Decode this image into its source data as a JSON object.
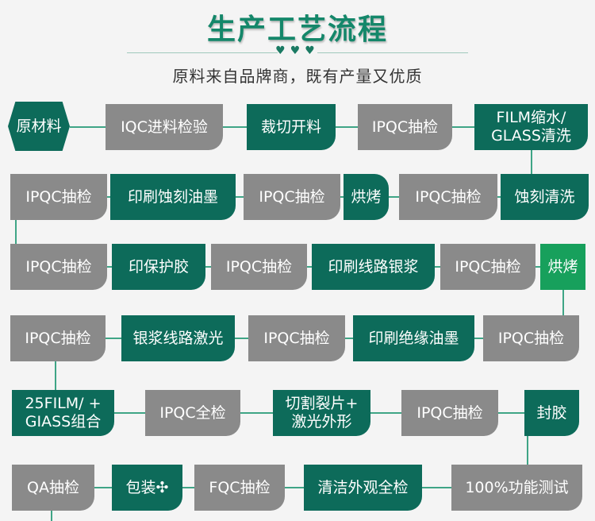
{
  "title": "生产工艺流程",
  "subtitle": "原料来自品牌商，既有产量又优质",
  "hearts": "♥♥♥",
  "colors": {
    "gray": "#8a8a8a",
    "teal": "#0d6b5a",
    "bright_green": "#17a05c",
    "connector": "#3fa586",
    "title": "#14876a"
  },
  "nodes": [
    {
      "id": "n1",
      "label": "原材料"
    },
    {
      "id": "n2",
      "label": "IQC进料检验"
    },
    {
      "id": "n3",
      "label": "裁切开料"
    },
    {
      "id": "n4",
      "label": "IPQC抽检"
    },
    {
      "id": "n5",
      "label": "FILM缩水/\nGLASS清洗"
    },
    {
      "id": "n6",
      "label": "蚀刻清洗"
    },
    {
      "id": "n7",
      "label": "IPQC抽检"
    },
    {
      "id": "n8",
      "label": "烘烤"
    },
    {
      "id": "n9",
      "label": "IPQC抽检"
    },
    {
      "id": "n10",
      "label": "印刷蚀刻油墨"
    },
    {
      "id": "n11",
      "label": "IPQC抽检"
    },
    {
      "id": "n12",
      "label": "IPQC抽检"
    },
    {
      "id": "n13",
      "label": "印保护胶"
    },
    {
      "id": "n14",
      "label": "IPQC抽检"
    },
    {
      "id": "n15",
      "label": "印刷线路银浆"
    },
    {
      "id": "n16",
      "label": "IPQC抽检"
    },
    {
      "id": "n17",
      "label": "烘烤"
    },
    {
      "id": "n18",
      "label": "IPQC抽检"
    },
    {
      "id": "n19",
      "label": "印刷绝缘油墨"
    },
    {
      "id": "n20",
      "label": "IPQC抽检"
    },
    {
      "id": "n21",
      "label": "银浆线路激光"
    },
    {
      "id": "n22",
      "label": "IPQC抽检"
    },
    {
      "id": "n23",
      "label": "25FILM/ +\nGIASS组合"
    },
    {
      "id": "n24",
      "label": "IPQC全检"
    },
    {
      "id": "n25",
      "label": "切割裂片+\n激光外形"
    },
    {
      "id": "n26",
      "label": "IPQC抽检"
    },
    {
      "id": "n27",
      "label": "封胶"
    },
    {
      "id": "n28",
      "label": "100%功能测试"
    },
    {
      "id": "n29",
      "label": "清洁外观全检"
    },
    {
      "id": "n30",
      "label": "FQC抽检"
    },
    {
      "id": "n31",
      "label": "包装✣"
    },
    {
      "id": "n32",
      "label": "QA抽检"
    }
  ],
  "edges": [
    [
      "n1",
      "n2"
    ],
    [
      "n2",
      "n3"
    ],
    [
      "n3",
      "n4"
    ],
    [
      "n4",
      "n5"
    ],
    [
      "n5",
      "n6"
    ],
    [
      "n6",
      "n7"
    ],
    [
      "n7",
      "n8"
    ],
    [
      "n8",
      "n9"
    ],
    [
      "n9",
      "n10"
    ],
    [
      "n10",
      "n11"
    ],
    [
      "n11",
      "n12"
    ],
    [
      "n12",
      "n13"
    ],
    [
      "n13",
      "n14"
    ],
    [
      "n14",
      "n15"
    ],
    [
      "n15",
      "n16"
    ],
    [
      "n16",
      "n17"
    ],
    [
      "n17",
      "n18"
    ],
    [
      "n18",
      "n19"
    ],
    [
      "n19",
      "n20"
    ],
    [
      "n20",
      "n21"
    ],
    [
      "n21",
      "n22"
    ],
    [
      "n22",
      "n23"
    ],
    [
      "n23",
      "n24"
    ],
    [
      "n24",
      "n25"
    ],
    [
      "n25",
      "n26"
    ],
    [
      "n26",
      "n27"
    ],
    [
      "n27",
      "n28"
    ],
    [
      "n28",
      "n29"
    ],
    [
      "n29",
      "n30"
    ],
    [
      "n30",
      "n31"
    ],
    [
      "n31",
      "n32"
    ]
  ]
}
